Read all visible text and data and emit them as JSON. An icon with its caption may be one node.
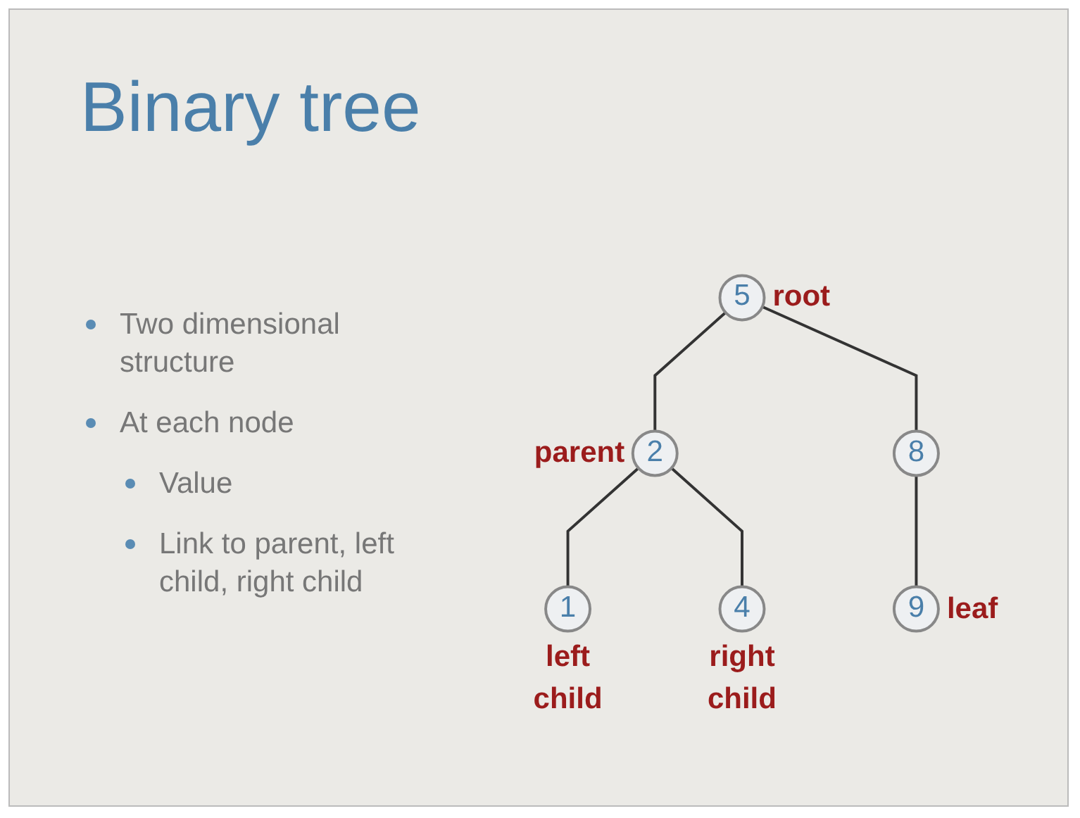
{
  "diagram": {
    "title": "Binary tree",
    "nodes": [
      {
        "text": [
          "5"
        ],
        "beside": [
          "root"
        ]
      },
      {
        "text": [
          "2"
        ],
        "beside": [
          "parent"
        ]
      },
      {
        "text": [
          "8"
        ]
      },
      {
        "text": [
          "1"
        ],
        "beside": [
          "left child"
        ]
      },
      {
        "text": [
          "4"
        ],
        "beside": [
          "right child"
        ]
      },
      {
        "text": [
          "9"
        ],
        "beside": [
          "leaf"
        ]
      }
    ],
    "edges": [
      {
        "from": 0,
        "to": 1,
        "arrow": "none"
      },
      {
        "from": 0,
        "to": 2,
        "arrow": "none"
      },
      {
        "from": 1,
        "to": 3,
        "arrow": "none"
      },
      {
        "from": 1,
        "to": 4,
        "arrow": "none"
      },
      {
        "from": 2,
        "to": 5,
        "arrow": "none"
      }
    ],
    "labels": [
      "Two dimensional structure",
      "At each node",
      "Value",
      "Link to parent, left child, right child"
    ]
  }
}
